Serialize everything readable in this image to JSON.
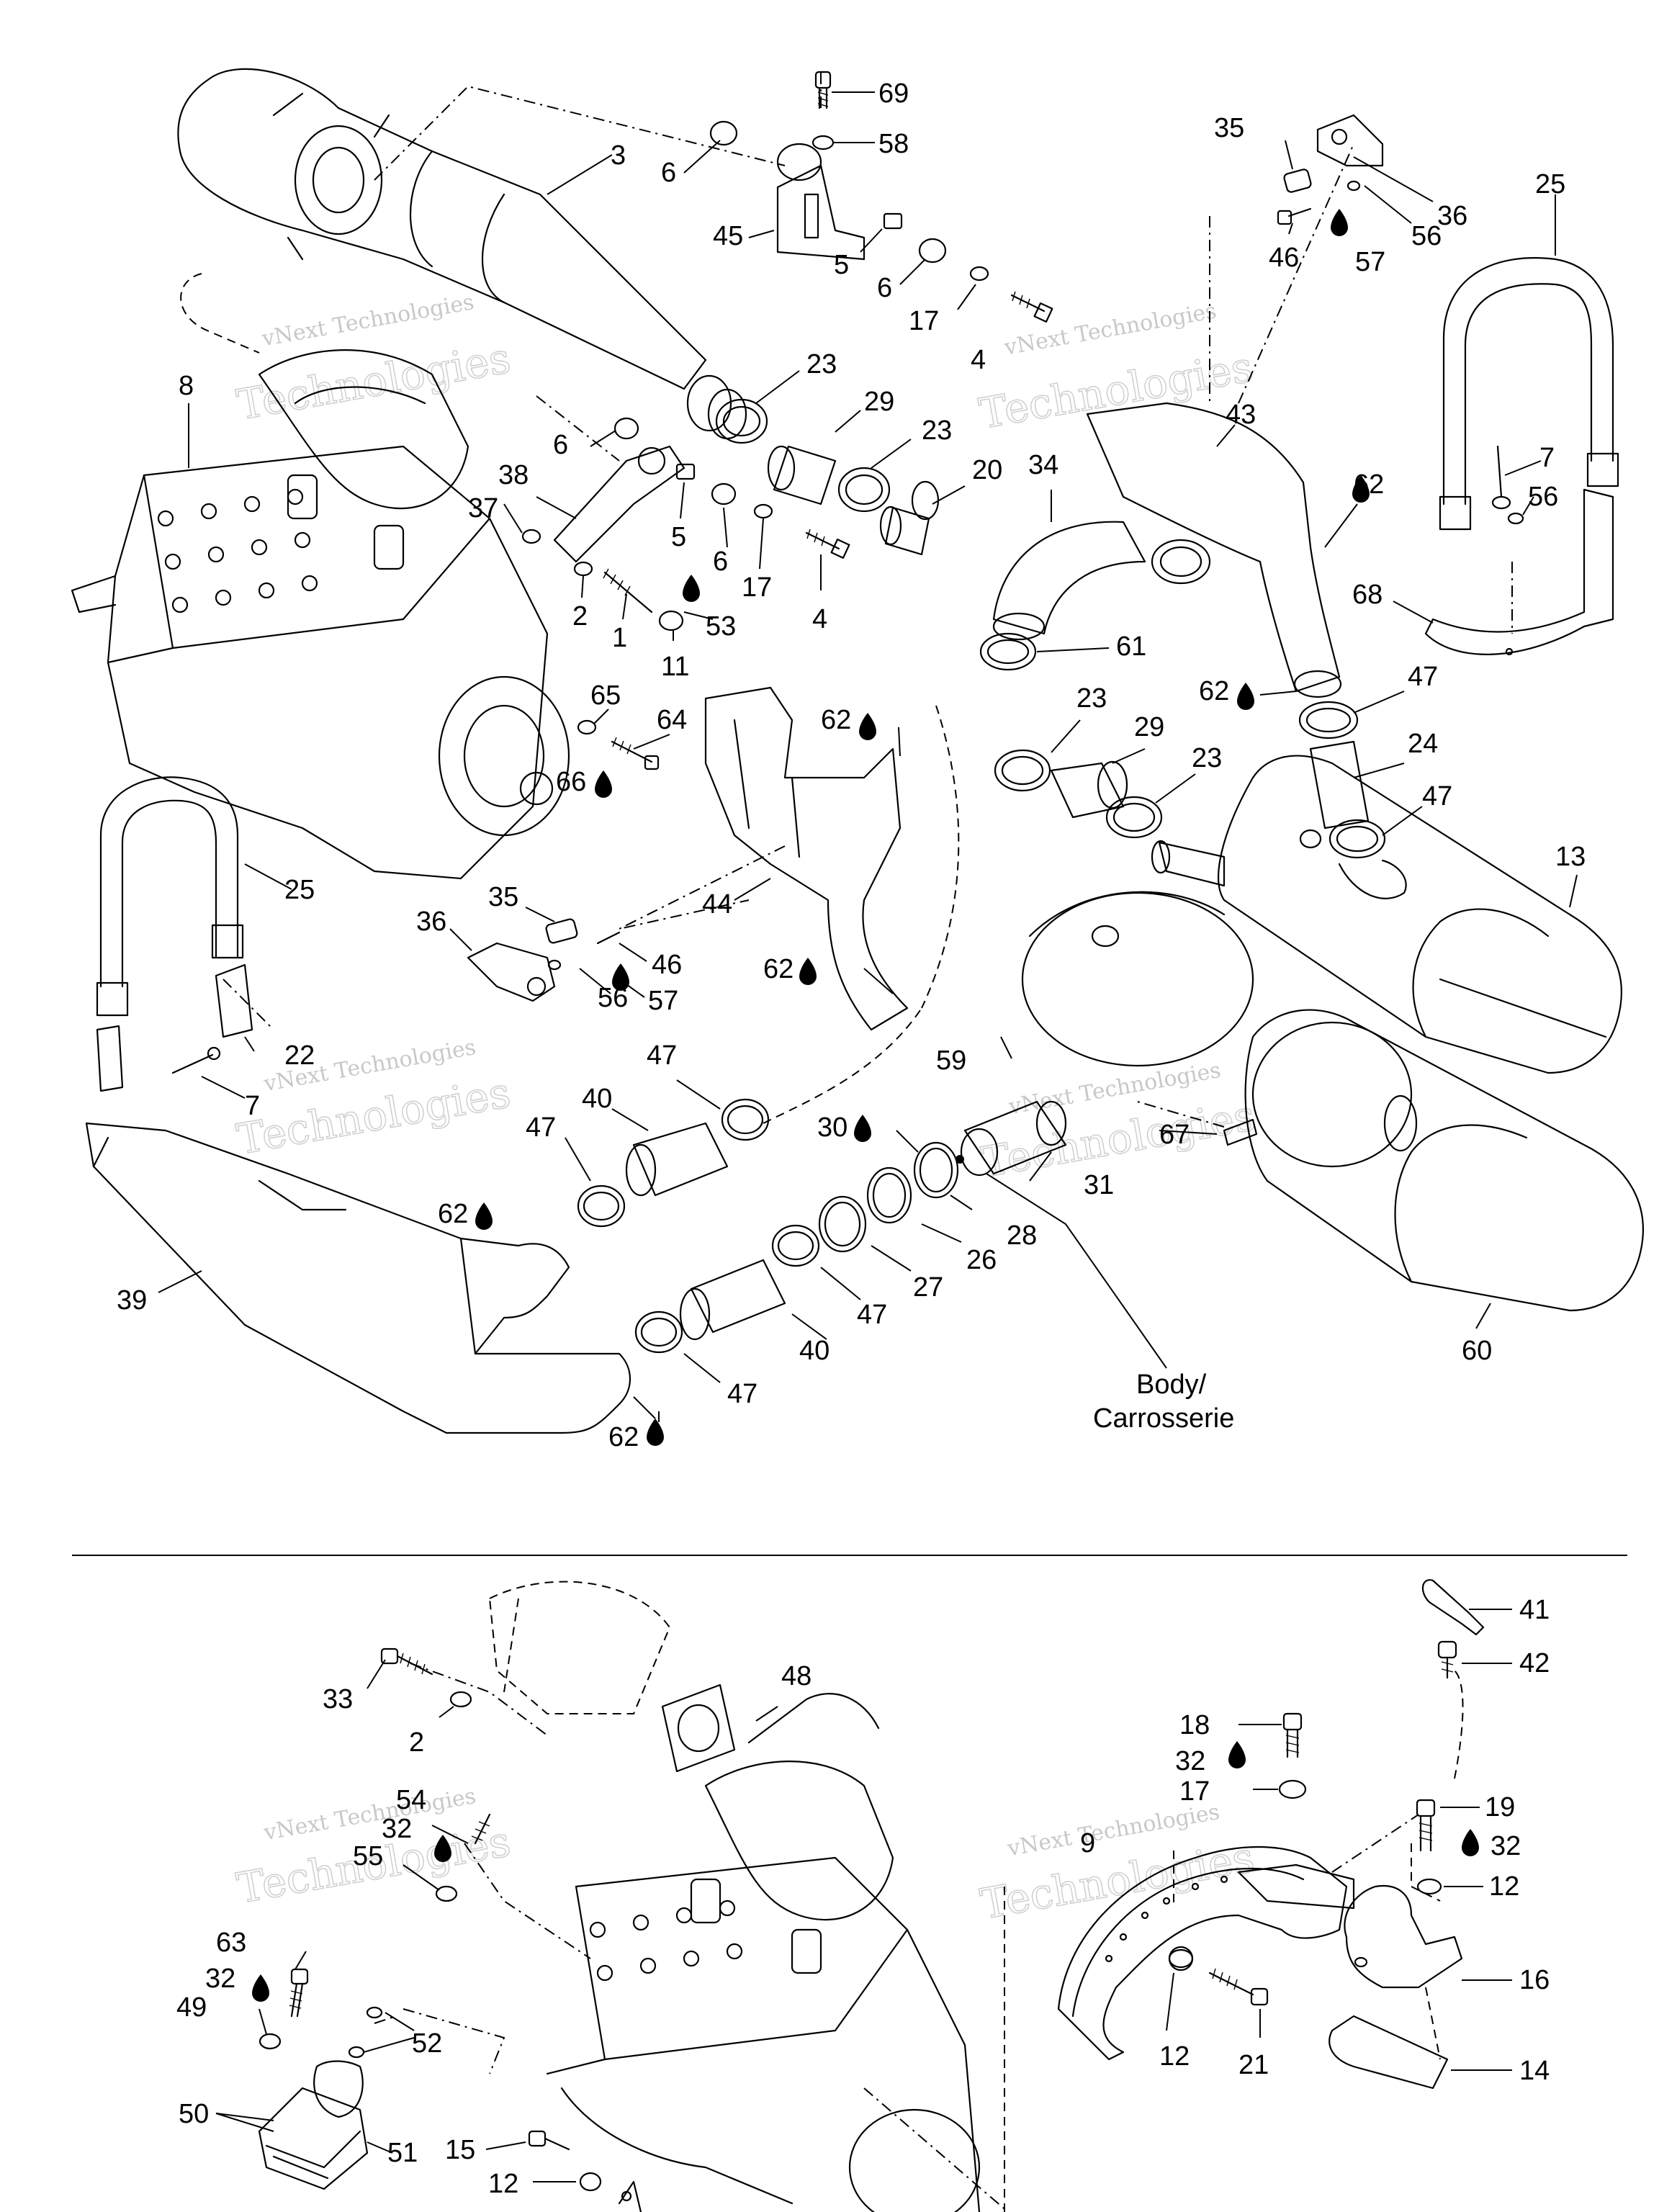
{
  "labels": {
    "l69": "69",
    "l58": "58",
    "l3": "3",
    "l6a": "6",
    "l45": "45",
    "l5a": "5",
    "l6b": "6",
    "l17a": "17",
    "l4a": "4",
    "l35a": "35",
    "l36a": "36",
    "l56a": "56",
    "l46a": "46",
    "l57a": "57",
    "l25a": "25",
    "l8": "8",
    "l23a": "23",
    "l29a": "29",
    "l23b": "23",
    "l20": "20",
    "l6c": "6",
    "l38": "38",
    "l37": "37",
    "l5b": "5",
    "l6d": "6",
    "l17b": "17",
    "l4b": "4",
    "l2a": "2",
    "l1": "1",
    "l53": "53",
    "l11": "11",
    "l34": "34",
    "l43": "43",
    "l7a": "7",
    "l56b": "56",
    "l62a": "62",
    "l68": "68",
    "l61": "61",
    "l62b": "62",
    "l47a": "47",
    "l65": "65",
    "l64": "64",
    "l66": "66",
    "l62c": "62",
    "l23c": "23",
    "l29b": "29",
    "l24": "24",
    "l23d": "23",
    "l47b": "47",
    "l13": "13",
    "l25b": "25",
    "l35b": "35",
    "l36b": "36",
    "l44": "44",
    "l46b": "46",
    "l62d": "62",
    "l56c": "56",
    "l57b": "57",
    "l59": "59",
    "l22": "22",
    "l7b": "7",
    "l47c": "47",
    "l40a": "40",
    "l47d": "47",
    "l30": "30",
    "l31": "31",
    "l67": "67",
    "l62e": "62",
    "l28": "28",
    "l26": "26",
    "l39": "39",
    "l27": "27",
    "l47e": "47",
    "l40b": "40",
    "l47f": "47",
    "l60": "60",
    "l62f": "62",
    "body1": "Body/",
    "body2": "Carrosserie",
    "l41": "41",
    "l42": "42",
    "l48": "48",
    "l33": "33",
    "l2b": "2",
    "l18": "18",
    "l32a": "32",
    "l17c": "17",
    "l19": "19",
    "l32b": "32",
    "l54": "54",
    "l32c": "32",
    "l9": "9",
    "l55": "55",
    "l12a": "12",
    "l16": "16",
    "l63": "63",
    "l32d": "32",
    "l49": "49",
    "l52": "52",
    "l12b": "12",
    "l21": "21",
    "l14": "14",
    "l50": "50",
    "l51": "51",
    "l15": "15",
    "l12c": "12"
  },
  "watermarks": {
    "line1": "vNext",
    "line2": "vNext Technologies",
    "line3": "Technologies"
  }
}
